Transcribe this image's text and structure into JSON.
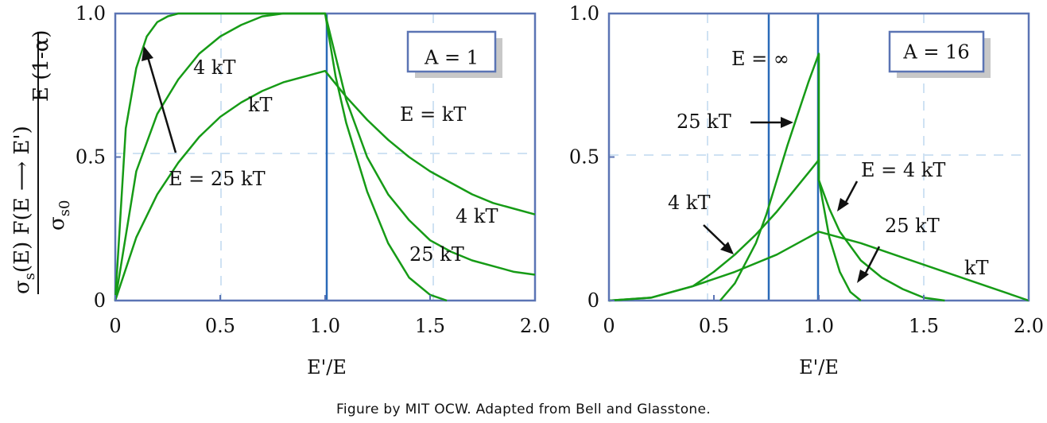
{
  "caption": "Figure by MIT OCW. Adapted from Bell and Glasstone.",
  "y_axis_label": {
    "numerator": "σ",
    "numerator_sub": "s",
    "numerator_rest": "(E) F(E ⟶ E')",
    "denominator_main": "σ",
    "denominator_sub": "s0",
    "side_factor": "E (1-α)"
  },
  "chart_data": [
    {
      "type": "line",
      "panel": "left",
      "legend_box": "A = 1",
      "xlabel": "E'/E",
      "xlim": [
        0,
        2.0
      ],
      "ylim": [
        0,
        1.0
      ],
      "xticks": [
        "0",
        "0.5",
        "1.0",
        "1.5",
        "2.0"
      ],
      "yticks": [
        "0",
        "0.5",
        "1.0"
      ],
      "series": [
        {
          "name": "E = kT",
          "x": [
            0,
            0.1,
            0.2,
            0.3,
            0.4,
            0.5,
            0.6,
            0.7,
            0.8,
            0.9,
            1.0,
            1.1,
            1.2,
            1.3,
            1.4,
            1.5,
            1.6,
            1.7,
            1.8,
            1.9,
            2.0
          ],
          "y": [
            0,
            0.22,
            0.37,
            0.48,
            0.57,
            0.64,
            0.69,
            0.73,
            0.76,
            0.78,
            0.8,
            0.71,
            0.63,
            0.56,
            0.5,
            0.45,
            0.41,
            0.37,
            0.34,
            0.32,
            0.3
          ]
        },
        {
          "name": "4 kT",
          "x": [
            0,
            0.1,
            0.2,
            0.3,
            0.4,
            0.5,
            0.6,
            0.7,
            0.8,
            0.9,
            1.0,
            1.1,
            1.2,
            1.3,
            1.4,
            1.5,
            1.6,
            1.7,
            1.8,
            1.9,
            2.0
          ],
          "y": [
            0,
            0.45,
            0.65,
            0.77,
            0.86,
            0.92,
            0.96,
            0.99,
            1.0,
            1.0,
            1.0,
            0.7,
            0.5,
            0.37,
            0.28,
            0.21,
            0.17,
            0.14,
            0.12,
            0.1,
            0.09
          ]
        },
        {
          "name": "E = 25 kT",
          "x": [
            0,
            0.05,
            0.1,
            0.15,
            0.2,
            0.25,
            0.3,
            0.35,
            1.0,
            1.05,
            1.1,
            1.2,
            1.3,
            1.4,
            1.5,
            1.58
          ],
          "y": [
            0,
            0.6,
            0.81,
            0.92,
            0.97,
            0.99,
            1.0,
            1.0,
            1.0,
            0.78,
            0.62,
            0.38,
            0.2,
            0.08,
            0.02,
            0
          ]
        }
      ],
      "annotations": [
        "4 kT",
        "kT",
        "E = kT",
        "E = 25 kT",
        "4 kT",
        "25 kT"
      ]
    },
    {
      "type": "line",
      "panel": "right",
      "legend_box": "A = 16",
      "xlabel": "E'/E",
      "xlim": [
        0,
        2.0
      ],
      "ylim": [
        0,
        1.0
      ],
      "xticks": [
        "0",
        "0.5",
        "1.0",
        "1.5",
        "2.0"
      ],
      "yticks": [
        "0",
        "0.5",
        "1.0"
      ],
      "series": [
        {
          "name": "kT",
          "x": [
            0,
            0.2,
            0.4,
            0.6,
            0.8,
            1.0,
            1.2,
            1.4,
            1.6,
            1.8,
            2.0
          ],
          "y": [
            0,
            0.01,
            0.05,
            0.1,
            0.16,
            0.24,
            0.2,
            0.15,
            0.1,
            0.05,
            0
          ]
        },
        {
          "name": "E = 4 kT",
          "x": [
            0,
            0.2,
            0.4,
            0.5,
            0.6,
            0.7,
            0.8,
            0.9,
            1.0,
            1.0,
            1.05,
            1.1,
            1.2,
            1.3,
            1.4,
            1.5,
            1.6
          ],
          "y": [
            0,
            0.01,
            0.05,
            0.1,
            0.16,
            0.23,
            0.31,
            0.4,
            0.49,
            0.42,
            0.32,
            0.24,
            0.14,
            0.08,
            0.04,
            0.01,
            0
          ]
        },
        {
          "name": "25 kT",
          "x": [
            0.53,
            0.6,
            0.7,
            0.75,
            0.8,
            0.85,
            0.9,
            0.95,
            1.0,
            1.0,
            1.05,
            1.1,
            1.15,
            1.2
          ],
          "y": [
            0,
            0.06,
            0.2,
            0.3,
            0.42,
            0.54,
            0.65,
            0.76,
            0.86,
            0.42,
            0.22,
            0.1,
            0.03,
            0
          ]
        }
      ],
      "annotations": [
        "E = ∞",
        "25 kT",
        "4 kT",
        "E = 4 kT",
        "25 kT",
        "kT"
      ]
    }
  ]
}
